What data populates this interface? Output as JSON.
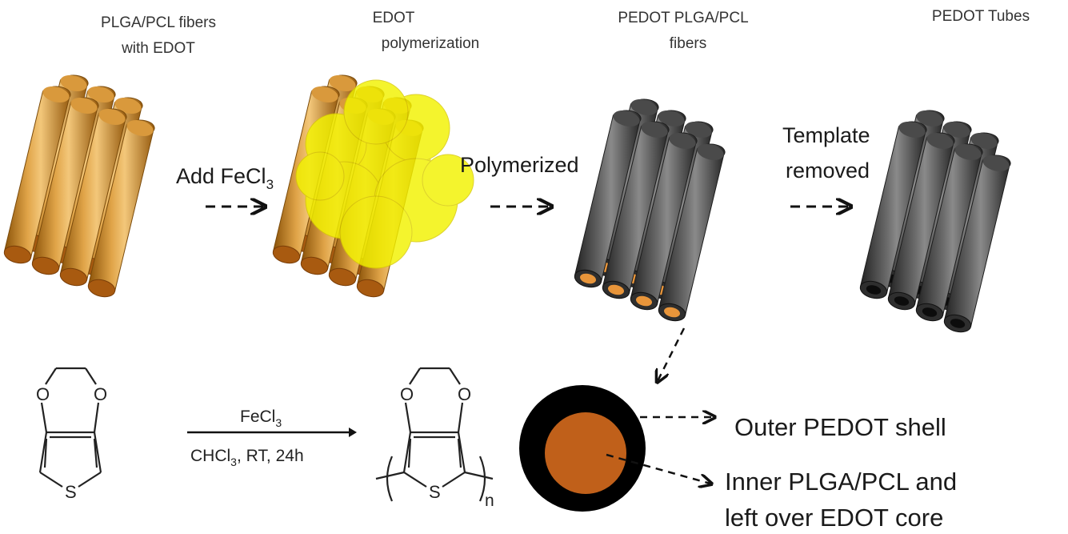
{
  "stages": [
    {
      "title_line1": "PLGA/PCL fibers",
      "title_line2": "with EDOT"
    },
    {
      "title_line1": "EDOT",
      "title_line2": "polymerization"
    },
    {
      "title_line1": "PEDOT PLGA/PCL",
      "title_line2": "fibers"
    },
    {
      "title_line1": "PEDOT Tubes",
      "title_line2": ""
    }
  ],
  "steps": [
    {
      "label": "Add FeCl",
      "subscript": "3"
    },
    {
      "label": "Polymerized"
    },
    {
      "label_line1": "Template",
      "label_line2": "removed"
    }
  ],
  "reaction": {
    "reagent": "FeCl",
    "reagent_sub": "3",
    "conditions_a": "CHCl",
    "conditions_a_sub": "3",
    "conditions_b": ", RT, 24h",
    "atom_o": "O",
    "atom_s": "S",
    "repeat_n": "n"
  },
  "legend": {
    "outer": "Outer PEDOT shell",
    "inner_line1": "Inner PLGA/PCL and",
    "inner_line2": "left over EDOT core"
  },
  "colors": {
    "orange_fiber": "#c98a2e",
    "dark_fiber": "#3d3d3d",
    "yellow_coat": "#f2f200",
    "core": "#c0601a"
  }
}
